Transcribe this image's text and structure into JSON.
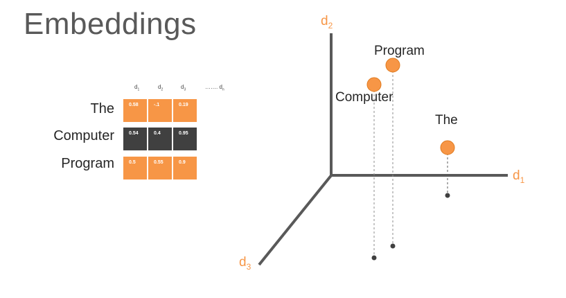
{
  "title": "Embeddings",
  "table": {
    "columns": [
      {
        "base": "d",
        "sub": "1"
      },
      {
        "base": "d",
        "sub": "2"
      },
      {
        "base": "d",
        "sub": "3"
      },
      {
        "base": "……. d",
        "sub": "n"
      }
    ],
    "rows": [
      {
        "label": "The",
        "values": [
          "0.58",
          "-.1",
          "0.19"
        ],
        "color": "#f79646"
      },
      {
        "label": "Computer",
        "values": [
          "0.54",
          "0.4",
          "0.95"
        ],
        "color": "#404040"
      },
      {
        "label": "Program",
        "values": [
          "0.5",
          "0.55",
          "0.9"
        ],
        "color": "#f79646"
      }
    ]
  },
  "diagram": {
    "axes": [
      {
        "base": "d",
        "sub": "1"
      },
      {
        "base": "d",
        "sub": "2"
      },
      {
        "base": "d",
        "sub": "3"
      }
    ],
    "points": [
      {
        "label": "Program"
      },
      {
        "label": "Computer"
      },
      {
        "label": "The"
      }
    ],
    "accent_color": "#f79646",
    "axis_color": "#595959"
  }
}
